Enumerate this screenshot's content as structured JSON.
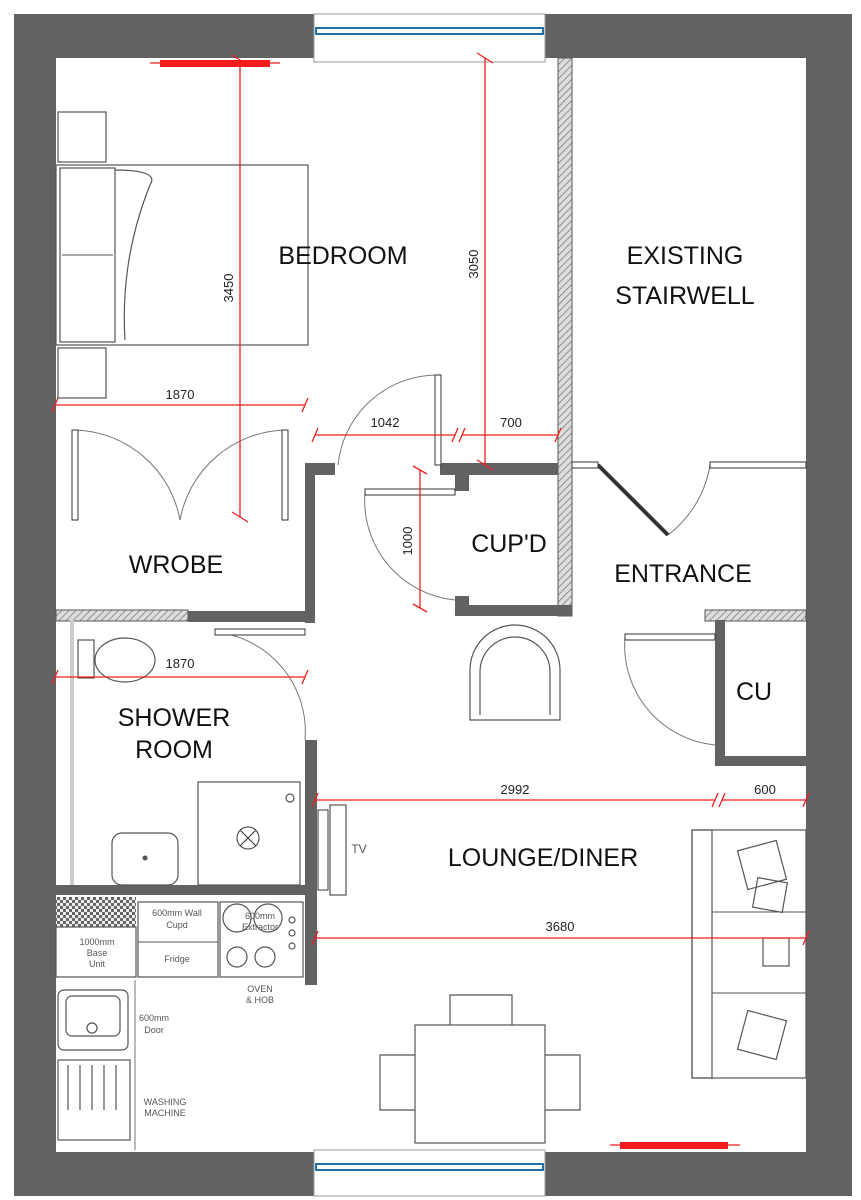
{
  "rooms": {
    "bedroom": "BEDROOM",
    "stairwell_1": "EXISTING",
    "stairwell_2": "STAIRWELL",
    "wardrobe": "WROBE",
    "cupboard": "CUP'D",
    "entrance": "ENTRANCE",
    "cu": "CU",
    "shower_1": "SHOWER",
    "shower_2": "ROOM",
    "lounge": "LOUNGE/DINER"
  },
  "fixtures": {
    "tv": "TV",
    "wall_cupd_1": "600mm Wall",
    "wall_cupd_2": "Cupd",
    "fridge": "Fridge",
    "extractor_1": "600mm",
    "extractor_2": "Extractor",
    "base_unit_1": "1000mm",
    "base_unit_2": "Base",
    "base_unit_3": "Unit",
    "oven_1": "OVEN",
    "oven_2": "& HOB",
    "door_1": "600mm",
    "door_2": "Door",
    "washing_1": "WASHING",
    "washing_2": "MACHINE"
  },
  "dimensions": {
    "bedroom_depth": "3450",
    "bedroom_depth_2": "3050",
    "wardrobe_width": "1870",
    "hall_width": "1042",
    "hall_gap": "700",
    "hall_depth": "1000",
    "shower_width": "1870",
    "lounge_width": "2992",
    "cu_width": "600",
    "lounge_full_width": "3680"
  },
  "colors": {
    "wall": "#616264",
    "dimension": "#f21c1c",
    "window": "#1f6fa8"
  }
}
